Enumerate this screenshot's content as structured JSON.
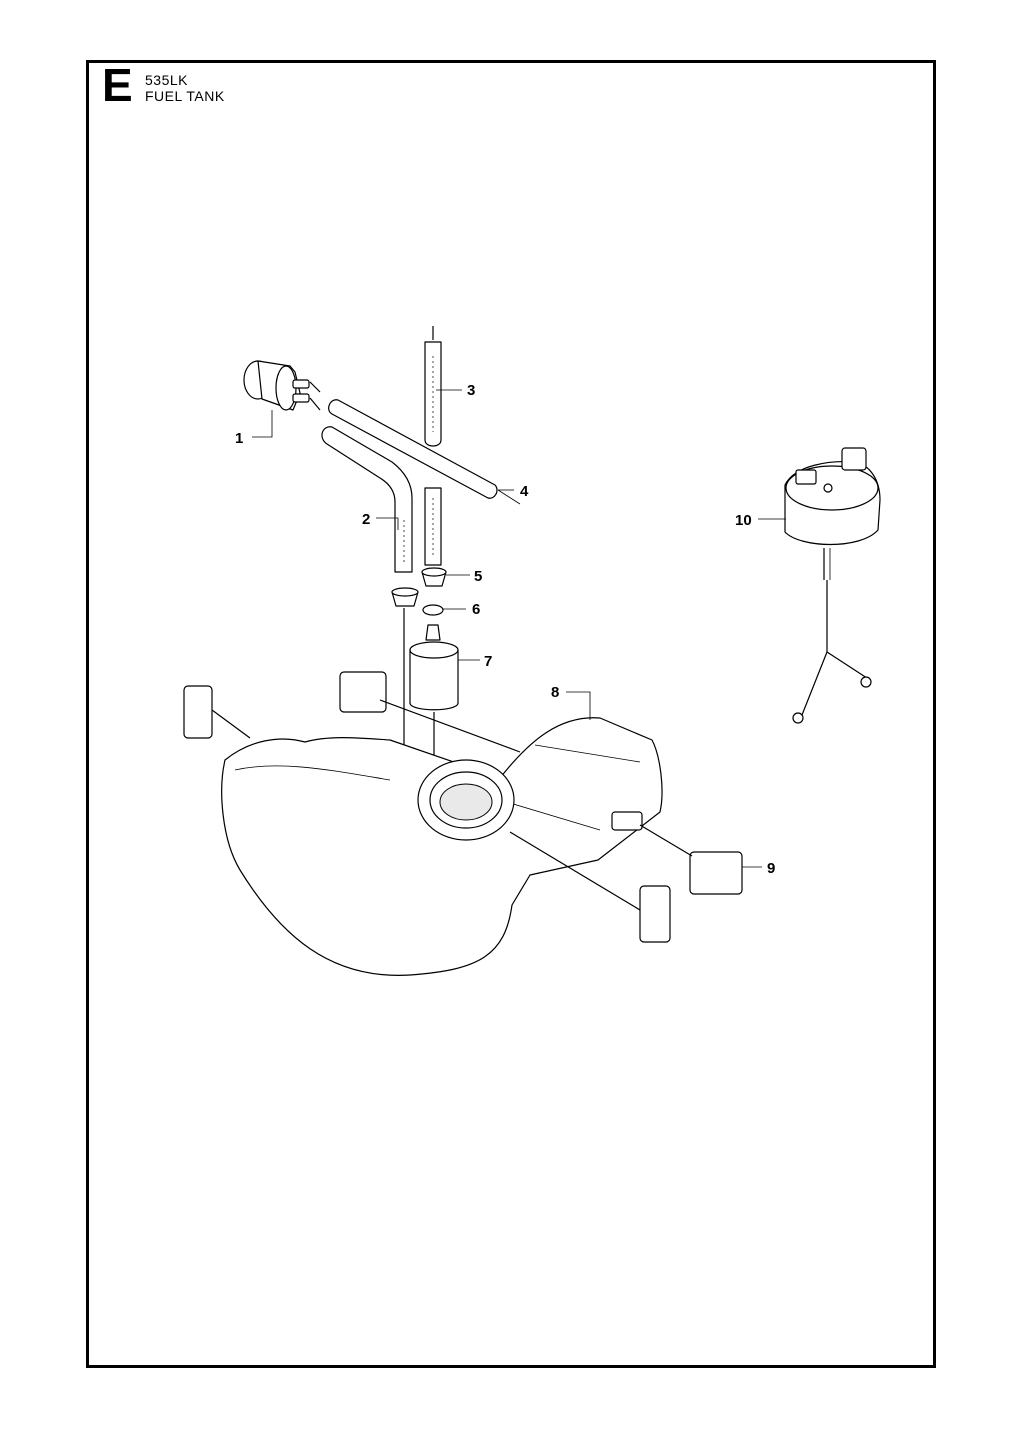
{
  "header": {
    "section_letter": "E",
    "model": "535LK",
    "title": "FUEL TANK"
  },
  "callouts": [
    "1",
    "2",
    "3",
    "4",
    "5",
    "6",
    "7",
    "8",
    "9",
    "10"
  ]
}
